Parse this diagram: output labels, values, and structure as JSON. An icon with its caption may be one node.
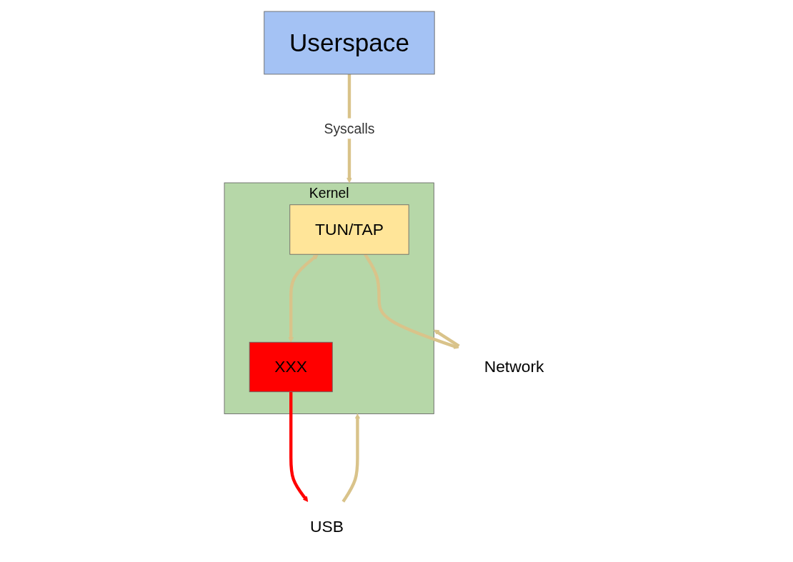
{
  "diagram": {
    "nodes": [
      {
        "text": [
          "Userspace"
        ]
      },
      {
        "text": [
          "Kernel"
        ]
      },
      {
        "text": [
          "TUN/TAP"
        ],
        "in": 1
      },
      {
        "text": [
          "XXX"
        ],
        "in": 1
      },
      {
        "text": [
          "Network"
        ]
      },
      {
        "text": [
          "USB"
        ]
      }
    ],
    "edges": [
      {
        "from": 0,
        "to": 1,
        "arrow": "to",
        "label": "Syscalls"
      },
      {
        "from": 2,
        "to": 3,
        "arrow": "both"
      },
      {
        "from": 2,
        "to": 4,
        "arrow": "to"
      },
      {
        "from": 3,
        "to": 5,
        "arrow": "to",
        "color": "#ff0000"
      },
      {
        "from": 4,
        "to": 1,
        "arrow": "to"
      },
      {
        "from": 5,
        "to": 1,
        "arrow": "to"
      }
    ]
  }
}
